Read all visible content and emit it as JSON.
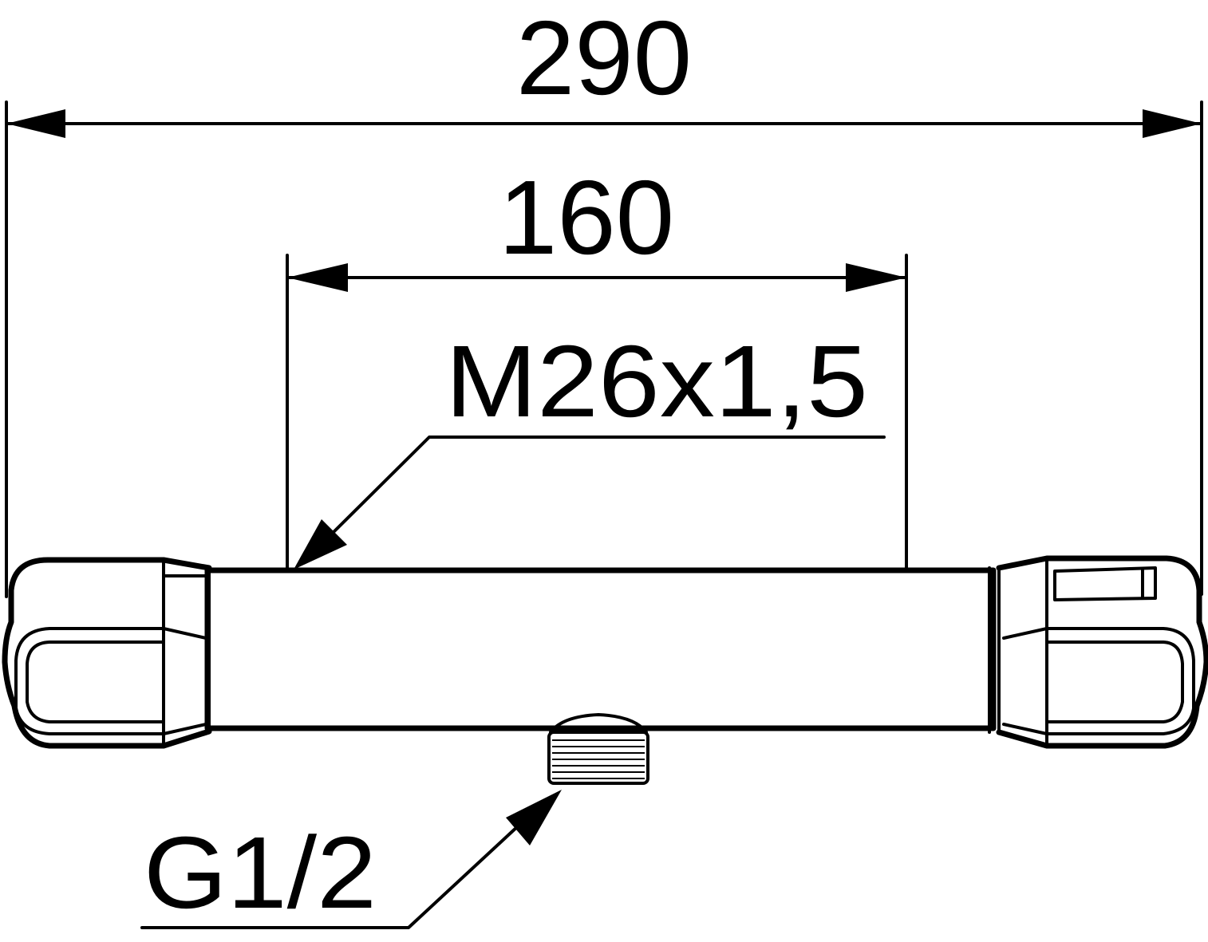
{
  "dimensions": {
    "overall_length": "290",
    "inlet_spacing": "160"
  },
  "callouts": {
    "inlet_thread": "M26x1,5",
    "outlet_thread": "G1/2"
  }
}
